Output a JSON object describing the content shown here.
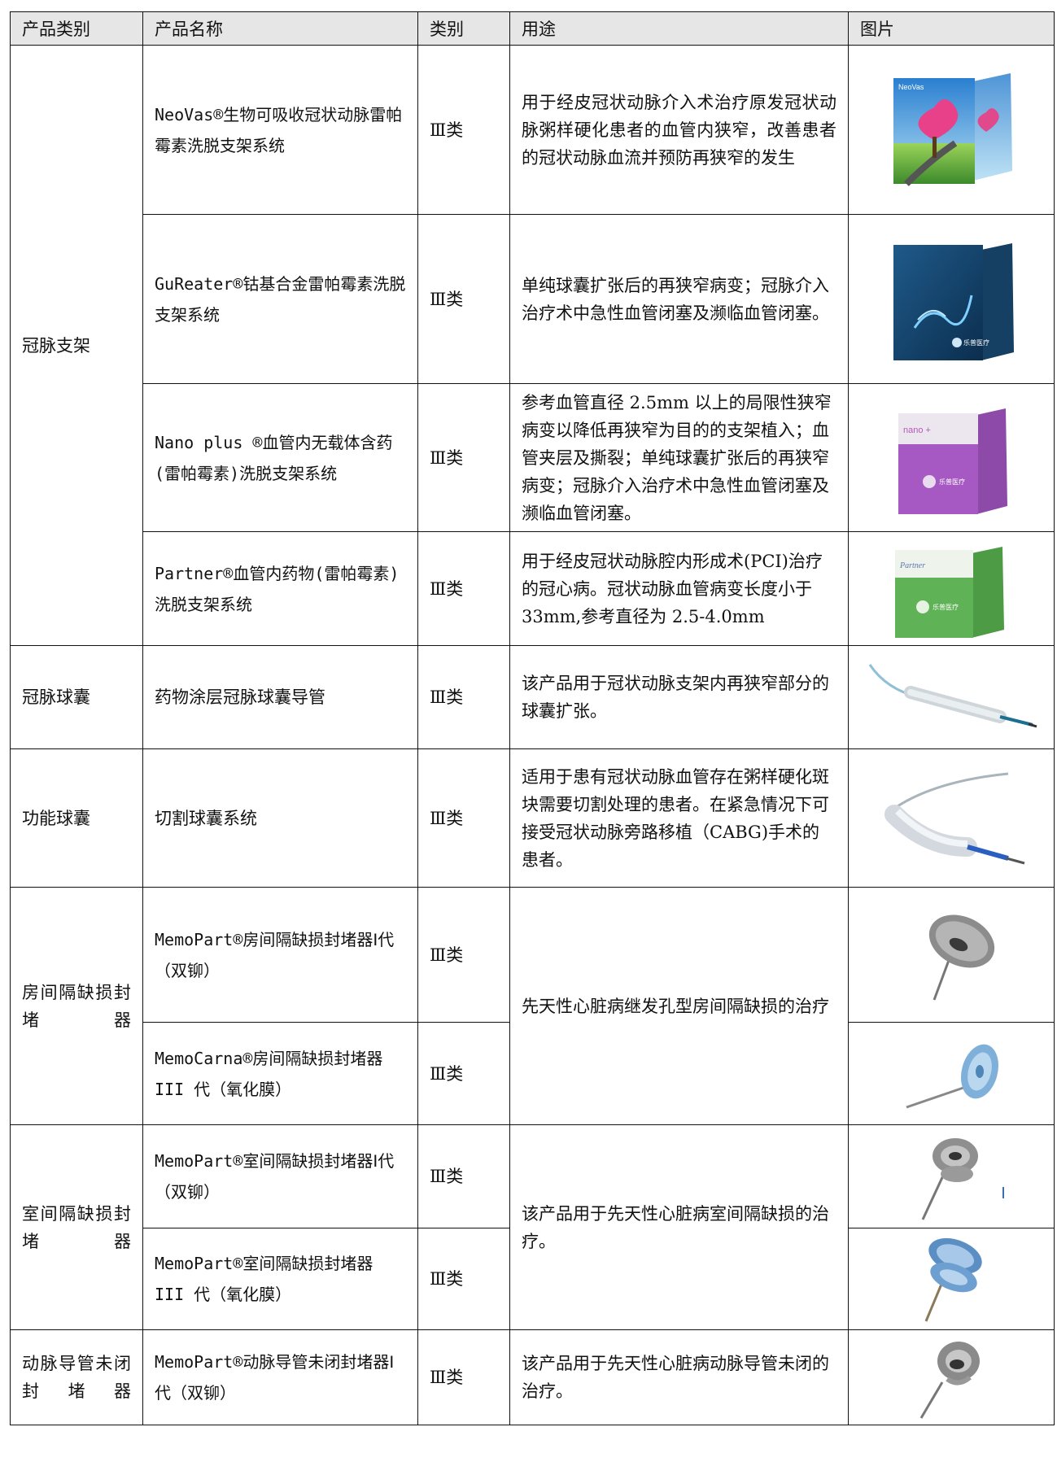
{
  "headers": [
    "产品类别",
    "产品名称",
    "类别",
    "用途",
    "图片"
  ],
  "rows": [
    {
      "category": "冠脉支架",
      "name": "NeoVas®生物可吸收冠状动脉雷帕霉素洗脱支架系统",
      "class": "Ⅲ类",
      "usage": "用于经皮冠状动脉介入术治疗原发冠状动脉粥样硬化患者的血管内狭窄，改善患者的冠状动脉血流并预防再狭窄的发生",
      "image": {
        "icon": "product-box-heart-icon",
        "box_text": "NeoVas"
      }
    },
    {
      "name": "GuReater®钴基合金雷帕霉素洗脱支架系统",
      "class": "Ⅲ类",
      "usage": "单纯球囊扩张后的再狭窄病变；冠脉介入治疗术中急性血管闭塞及濒临血管闭塞。",
      "image": {
        "icon": "product-box-blue-icon",
        "box_text": "乐普医疗"
      }
    },
    {
      "name": "Nano plus ®血管内无载体含药(雷帕霉素)洗脱支架系统",
      "class": "Ⅲ类",
      "usage": "参考血管直径 2.5mm 以上的局限性狭窄病变以降低再狭窄为目的的支架植入；血管夹层及撕裂；单纯球囊扩张后的再狭窄病变；冠脉介入治疗术中急性血管闭塞及濒临血管闭塞。",
      "image": {
        "icon": "product-box-purple-icon",
        "box_text": "乐普医疗"
      }
    },
    {
      "name": "Partner®血管内药物(雷帕霉素)洗脱支架系统",
      "class": "Ⅲ类",
      "usage": "用于经皮冠状动脉腔内形成术(PCI)治疗的冠心病。冠状动脉血管病变长度小于 33mm,参考直径为 2.5-4.0mm",
      "image": {
        "icon": "product-box-green-icon",
        "box_text": "乐普医疗"
      }
    },
    {
      "category": "冠脉球囊",
      "name": "药物涂层冠脉球囊导管",
      "class": "Ⅲ类",
      "usage": "该产品用于冠状动脉支架内再狭窄部分的球囊扩张。",
      "image": {
        "icon": "balloon-catheter-icon"
      }
    },
    {
      "category": "功能球囊",
      "name": "切割球囊系统",
      "class": "Ⅲ类",
      "usage": "适用于患有冠状动脉血管存在粥样硬化斑块需要切割处理的患者。在紧急情况下可接受冠状动脉旁路移植（CABG)手术的患者。",
      "image": {
        "icon": "cutting-balloon-icon"
      }
    },
    {
      "category": "房间隔缺损封堵器",
      "name": "MemoPart®房间隔缺损封堵器Ⅰ代（双铆）",
      "class": "Ⅲ类",
      "usage": "先天性心脏病继发孔型房间隔缺损的治疗",
      "image": {
        "icon": "occluder-disc-gray-icon"
      }
    },
    {
      "name": "MemoCarna®房间隔缺损封堵器 III 代（氧化膜）",
      "class": "Ⅲ类",
      "image": {
        "icon": "occluder-disc-blue-icon"
      }
    },
    {
      "category": "室间隔缺损封堵器",
      "name": "MemoPart®室间隔缺损封堵器Ⅰ代（双铆）",
      "class": "Ⅲ类",
      "usage": "该产品用于先天性心脏病室间隔缺损的治疗。",
      "image": {
        "icon": "occluder-double-gray-icon"
      }
    },
    {
      "name": "MemoPart®室间隔缺损封堵器 III 代（氧化膜）",
      "class": "Ⅲ类",
      "image": {
        "icon": "occluder-double-blue-icon"
      }
    },
    {
      "category": "动脉导管未闭封堵器",
      "name": "MemoPart®动脉导管未闭封堵器Ⅰ代（双铆）",
      "class": "Ⅲ类",
      "usage": "该产品用于先天性心脏病动脉导管未闭的治疗。",
      "image": {
        "icon": "occluder-duct-gray-icon"
      }
    }
  ]
}
